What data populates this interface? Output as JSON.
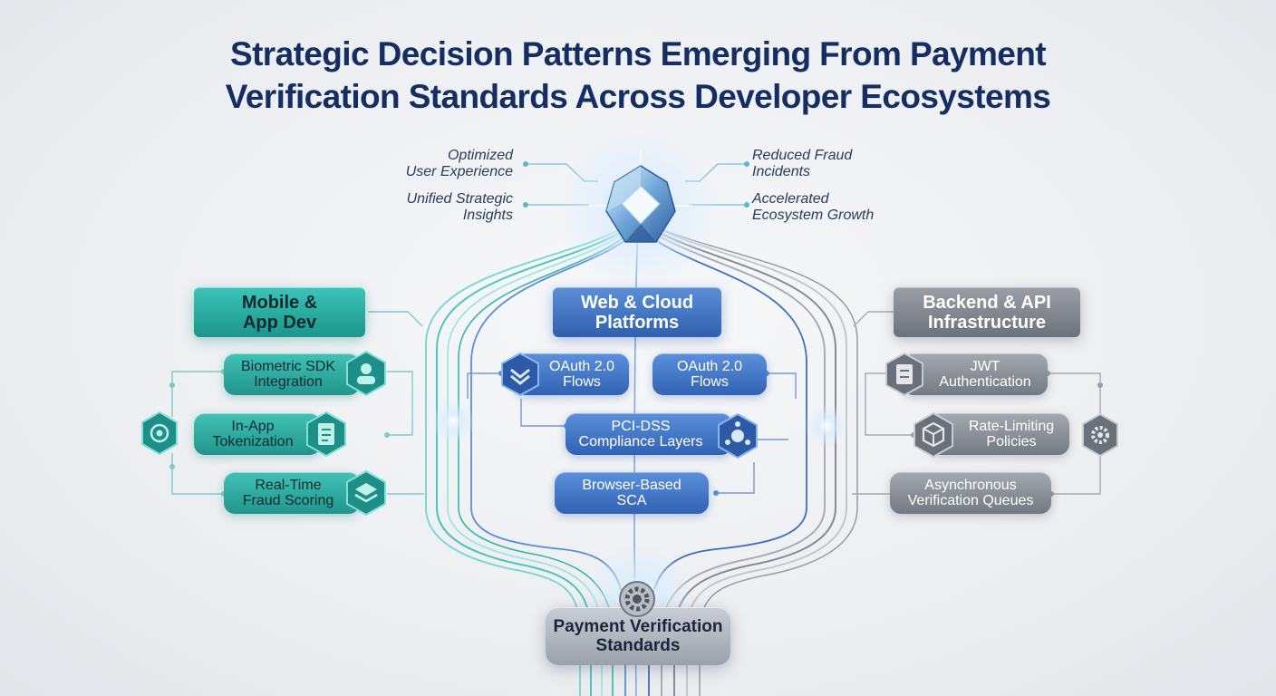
{
  "title": {
    "line1": "Strategic Decision Patterns Emerging From Payment",
    "line2": "Verification Standards Across Developer Ecosystems"
  },
  "outcomes": {
    "top_left": {
      "line1": "Optimized",
      "line2": "User Experience"
    },
    "bottom_left": {
      "line1": "Unified Strategic",
      "line2": "Insights"
    },
    "top_right": {
      "line1": "Reduced Fraud",
      "line2": "Incidents"
    },
    "bottom_right": {
      "line1": "Accelerated",
      "line2": "Ecosystem Growth"
    }
  },
  "columns": {
    "mobile": {
      "header": {
        "line1": "Mobile &",
        "line2": "App Dev"
      },
      "items": [
        {
          "line1": "Biometric SDK",
          "line2": "Integration",
          "icon": "biometric-icon"
        },
        {
          "line1": "In-App",
          "line2": "Tokenization",
          "icon": "document-icon"
        },
        {
          "line1": "Real-Time",
          "line2": "Fraud Scoring",
          "icon": "layers-icon"
        }
      ],
      "side_icon": "target-icon",
      "color": "#2aa99e"
    },
    "web": {
      "header": {
        "line1": "Web & Cloud",
        "line2": "Platforms"
      },
      "items": [
        {
          "line1": "OAuth 2.0",
          "line2": "Flows",
          "icon": "shield-icon"
        },
        {
          "line1": "OAuth 2.0",
          "line2": "Flows"
        },
        {
          "line1": "PCI-DSS",
          "line2": "Compliance Layers",
          "icon": "network-icon"
        },
        {
          "line1": "Browser-Based",
          "line2": "SCA"
        }
      ],
      "color": "#3d6fc0"
    },
    "backend": {
      "header": {
        "line1": "Backend & API",
        "line2": "Infrastructure"
      },
      "items": [
        {
          "line1": "JWT",
          "line2": "Authentication",
          "icon": "server-icon"
        },
        {
          "line1": "Rate-Limiting",
          "line2": "Policies",
          "icon": "cube-icon"
        },
        {
          "line1": "Asynchronous",
          "line2": "Verification Queues"
        }
      ],
      "side_icon": "gear-icon",
      "color": "#7d838c"
    }
  },
  "core": {
    "line1": "Payment Verification",
    "line2": "Standards",
    "icon": "gear-network-icon"
  },
  "apex": {
    "icon": "crystal-star-icon"
  }
}
